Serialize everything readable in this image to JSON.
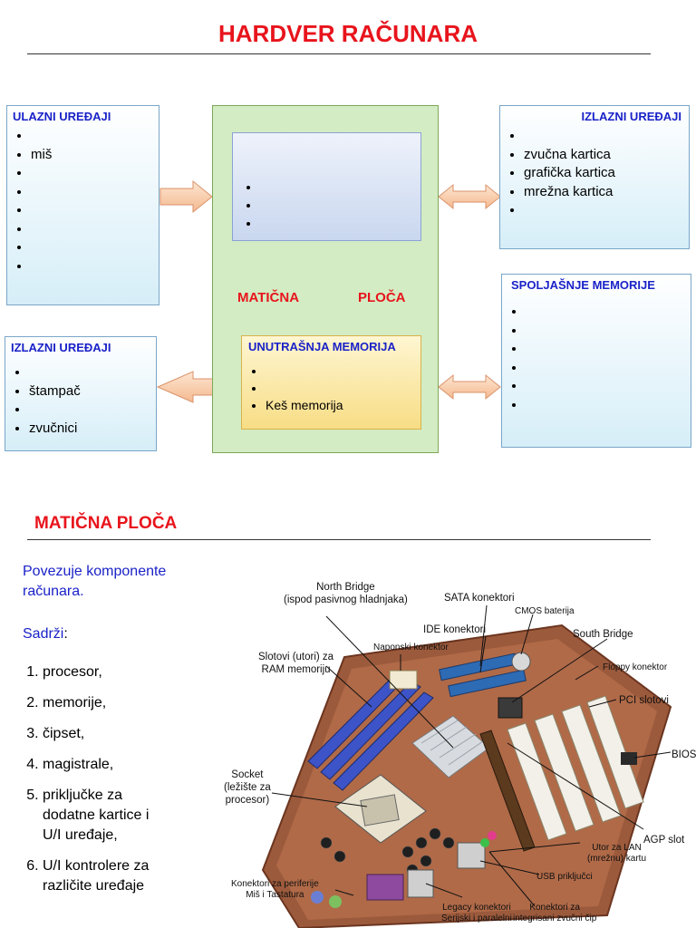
{
  "page_title": "HARDVER RAČUNARA",
  "diagram": {
    "input_devices": {
      "title": "ULAZNI UREĐAJI",
      "items": [
        "",
        "miš",
        "",
        "",
        "",
        "",
        "",
        ""
      ]
    },
    "output_devices_right": {
      "title": "IZLAZNI UREĐAJI",
      "items": [
        "",
        "zvučna kartica",
        "grafička kartica",
        "mrežna kartica",
        ""
      ]
    },
    "external_memory": {
      "title": "SPOLJAŠNJE MEMORIJE",
      "items": [
        "",
        "",
        "",
        "",
        "",
        ""
      ]
    },
    "output_devices_left": {
      "title": "IZLAZNI UREĐAJI",
      "items": [
        "",
        "štampač",
        "",
        "zvučnici"
      ]
    },
    "cpu_box": {
      "items": [
        "",
        "",
        ""
      ]
    },
    "motherboard_label_left": "MATIČNA",
    "motherboard_label_right": "PLOČA",
    "internal_memory": {
      "title": "UNUTRAŠNJA MEMORIJA",
      "items": [
        "",
        "",
        "Keš memorija"
      ]
    }
  },
  "section": {
    "title": "MATIČNA PLOČA",
    "description": "Povezuje komponente računara.",
    "contains_label": "Sadrži",
    "contains_colon": ":",
    "contains_items": [
      "procesor,",
      "memorije,",
      "čipset,",
      "magistrale,",
      "priključke za dodatne kartice i U/I uređaje,",
      "U/I kontrolere za različite uređaje"
    ]
  },
  "motherboard_image": {
    "labels": {
      "north_bridge": "North Bridge\n(ispod pasivnog hladnjaka)",
      "sata": "SATA konektori",
      "cmos": "CMOS baterija",
      "ide": "IDE konektori",
      "power": "Naponski konektor",
      "south_bridge": "South Bridge",
      "ram_slots": "Slotovi (utori) za\nRAM memoriju",
      "floppy": "Floppy konektor",
      "pci": "PCI slotovi",
      "bios": "BIOS",
      "socket": "Socket\n(ležište za\nprocesor)",
      "agp": "AGP slot",
      "lan": "Utor za LAN\n(mrežnu) kartu",
      "usb": "USB priključci",
      "periphery": "Konektori za periferije\nMiš i Tastatura",
      "legacy": "Legacy konektori\nSerijski i paralelni",
      "sound": "Konektori za\nintegrisani zvučni čip"
    }
  },
  "colors": {
    "title_red": "#e8141c",
    "heading_blue": "#1a22c8"
  }
}
